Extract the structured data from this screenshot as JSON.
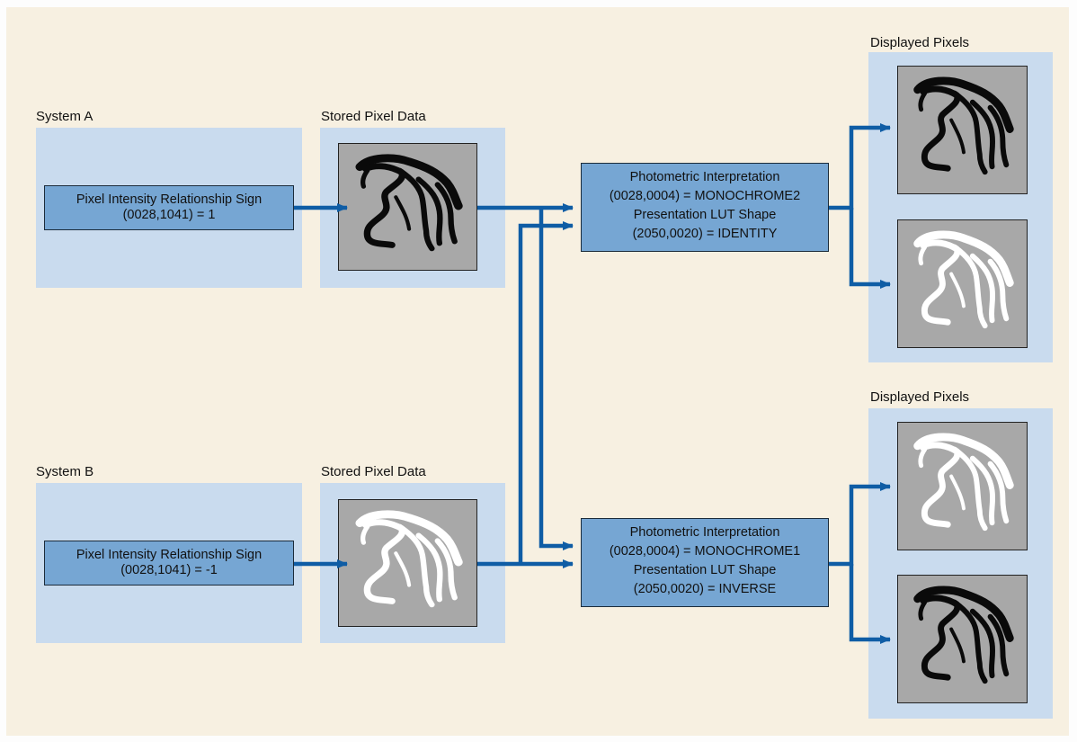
{
  "system_a": {
    "title": "System A",
    "box_line1": "Pixel Intensity Relationship Sign",
    "box_line2": "(0028,1041) = 1"
  },
  "system_b": {
    "title": "System B",
    "box_line1": "Pixel Intensity Relationship Sign",
    "box_line2": "(0028,1041) = -1"
  },
  "stored_a": {
    "title": "Stored Pixel Data"
  },
  "stored_b": {
    "title": "Stored Pixel Data"
  },
  "photometric_top": {
    "line1": "Photometric Interpretation",
    "line2": "(0028,0004) = MONOCHROME2",
    "line3": "Presentation LUT Shape",
    "line4": "(2050,0020) = IDENTITY"
  },
  "photometric_bottom": {
    "line1": "Photometric Interpretation",
    "line2": "(0028,0004) = MONOCHROME1",
    "line3": "Presentation LUT Shape",
    "line4": "(2050,0020) = INVERSE"
  },
  "displayed_top": {
    "title": "Displayed Pixels"
  },
  "displayed_bottom": {
    "title": "Displayed Pixels"
  },
  "colors": {
    "background": "#f7f0e1",
    "panel": "#c9dbee",
    "box": "#76a6d3",
    "arrow": "#0f5da5",
    "image_bg": "#a8a8a8"
  },
  "images": {
    "stored_a": "black-vessels",
    "stored_b": "white-vessels",
    "displayed_top_1": "black-vessels",
    "displayed_top_2": "white-vessels",
    "displayed_bottom_1": "white-vessels",
    "displayed_bottom_2": "black-vessels"
  }
}
